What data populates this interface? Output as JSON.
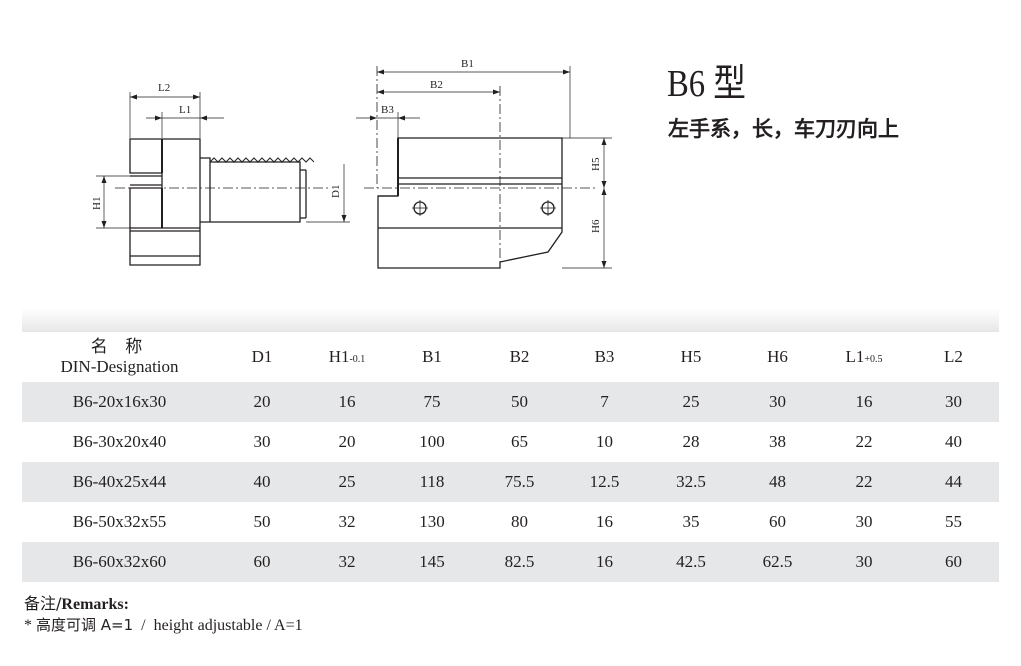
{
  "title": {
    "model": "B6 型",
    "subtitle": "左手系，长，车刀刃向上"
  },
  "drawing_labels": {
    "L2": "L2",
    "L1": "L1",
    "H1": "H1",
    "D1": "D1",
    "B1": "B1",
    "B2": "B2",
    "B3": "B3",
    "H5": "H5",
    "H6": "H6"
  },
  "table": {
    "header": {
      "designation_cn": "名 称",
      "designation_en": "DIN-Designation",
      "D1": "D1",
      "H1": "H1",
      "H1_sub": "-0.1",
      "B1": "B1",
      "B2": "B2",
      "B3": "B3",
      "H5": "H5",
      "H6": "H6",
      "L1": "L1",
      "L1_sub": "+0.5",
      "L2": "L2"
    },
    "rows": [
      {
        "designation": "B6-20x16x30",
        "D1": "20",
        "H1": "16",
        "B1": "75",
        "B2": "50",
        "B3": "7",
        "H5": "25",
        "H6": "30",
        "L1": "16",
        "L2": "30"
      },
      {
        "designation": "B6-30x20x40",
        "D1": "30",
        "H1": "20",
        "B1": "100",
        "B2": "65",
        "B3": "10",
        "H5": "28",
        "H6": "38",
        "L1": "22",
        "L2": "40"
      },
      {
        "designation": "B6-40x25x44",
        "D1": "40",
        "H1": "25",
        "B1": "118",
        "B2": "75.5",
        "B3": "12.5",
        "H5": "32.5",
        "H6": "48",
        "L1": "22",
        "L2": "44"
      },
      {
        "designation": "B6-50x32x55",
        "D1": "50",
        "H1": "32",
        "B1": "130",
        "B2": "80",
        "B3": "16",
        "H5": "35",
        "H6": "60",
        "L1": "30",
        "L2": "55"
      },
      {
        "designation": "B6-60x32x60",
        "D1": "60",
        "H1": "32",
        "B1": "145",
        "B2": "82.5",
        "B3": "16",
        "H5": "42.5",
        "H6": "62.5",
        "L1": "30",
        "L2": "60"
      }
    ]
  },
  "remarks": {
    "title_cn": "备注/",
    "title_en": "Remarks:",
    "line_prefix": "* ",
    "line_cn": "高度可调 A=1",
    "line_en": "  /  height adjustable / A=1"
  }
}
